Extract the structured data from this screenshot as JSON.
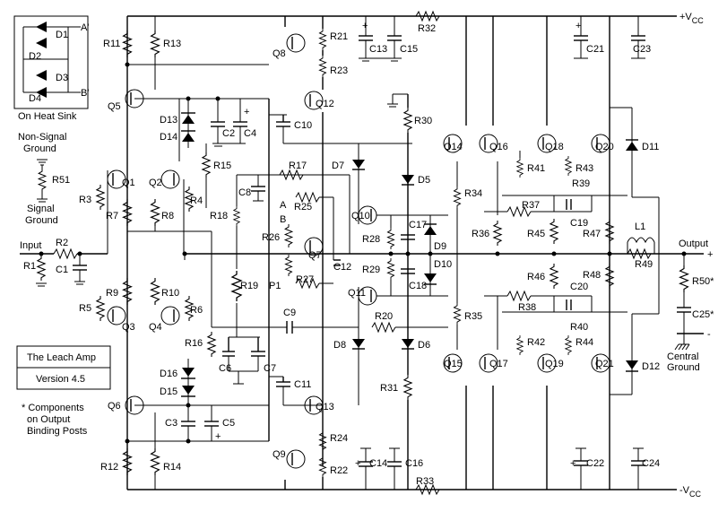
{
  "rails": {
    "pos": "+V",
    "pos_sub": "CC",
    "neg": "-V",
    "neg_sub": "CC"
  },
  "heat_sink": {
    "diodes": [
      "D1",
      "D2",
      "D3",
      "D4"
    ],
    "node_a": "A'",
    "node_b": "B'",
    "caption": "On Heat Sink"
  },
  "ground": {
    "non_signal_line1": "Non-Signal",
    "non_signal_line2": "Ground",
    "signal_line1": "Signal",
    "signal_line2": "Ground",
    "r51": "R51"
  },
  "io": {
    "input": "Input",
    "output": "Output",
    "plus": "+",
    "minus": "-",
    "central1": "Central",
    "central2": "Ground"
  },
  "title_box": {
    "name": "The Leach Amp",
    "version": "Version 4.5"
  },
  "note": {
    "line1": "* Components",
    "line2": "on Output",
    "line3": "Binding Posts"
  },
  "labels": {
    "r1": "R1",
    "r2": "R2",
    "r3": "R3",
    "r4": "R4",
    "r5": "R5",
    "r6": "R6",
    "r7": "R7",
    "r8": "R8",
    "r9": "R9",
    "r10": "R10",
    "r11": "R11",
    "r12": "R12",
    "r13": "R13",
    "r14": "R14",
    "r15": "R15",
    "r16": "R16",
    "r17": "R17",
    "r18": "R18",
    "r19": "R19",
    "r20": "R20",
    "r21": "R21",
    "r22": "R22",
    "r23": "R23",
    "r24": "R24",
    "r25": "R25",
    "r26": "R26",
    "r27": "R27",
    "r28": "R28",
    "r29": "R29",
    "r30": "R30",
    "r31": "R31",
    "r32": "R32",
    "r33": "R33",
    "r34": "R34",
    "r35": "R35",
    "r36": "R36",
    "r37": "R37",
    "r38": "R38",
    "r39": "R39",
    "r40": "R40",
    "r41": "R41",
    "r42": "R42",
    "r43": "R43",
    "r44": "R44",
    "r45": "R45",
    "r46": "R46",
    "r47": "R47",
    "r48": "R48",
    "r49": "R49",
    "r50": "R50*",
    "c1": "C1",
    "c2": "C2",
    "c3": "C3",
    "c4": "C4",
    "c5": "C5",
    "c6": "C6",
    "c7": "C7",
    "c8": "C8",
    "c9": "C9",
    "c10": "C10",
    "c11": "C11",
    "c12": "C12",
    "c13": "C13",
    "c14": "C14",
    "c15": "C15",
    "c16": "C16",
    "c17": "C17",
    "c18": "C18",
    "c19": "C19",
    "c20": "C20",
    "c21": "C21",
    "c22": "C22",
    "c23": "C23",
    "c24": "C24",
    "c25": "C25*",
    "q1": "Q1",
    "q2": "Q2",
    "q3": "Q3",
    "q4": "Q4",
    "q5": "Q5",
    "q6": "Q6",
    "q7": "Q7",
    "q8": "Q8",
    "q9": "Q9",
    "q10": "Q10",
    "q11": "Q11",
    "q12": "Q12",
    "q13": "Q13",
    "q14": "Q14",
    "q15": "Q15",
    "q16": "Q16",
    "q17": "Q17",
    "q18": "Q18",
    "q19": "Q19",
    "q20": "Q20",
    "q21": "Q21",
    "d5": "D5",
    "d6": "D6",
    "d7": "D7",
    "d8": "D8",
    "d9": "D9",
    "d10": "D10",
    "d11": "D11",
    "d12": "D12",
    "d13": "D13",
    "d14": "D14",
    "d15": "D15",
    "d16": "D16",
    "l1": "L1",
    "p1": "P1",
    "a": "A",
    "b": "B"
  }
}
